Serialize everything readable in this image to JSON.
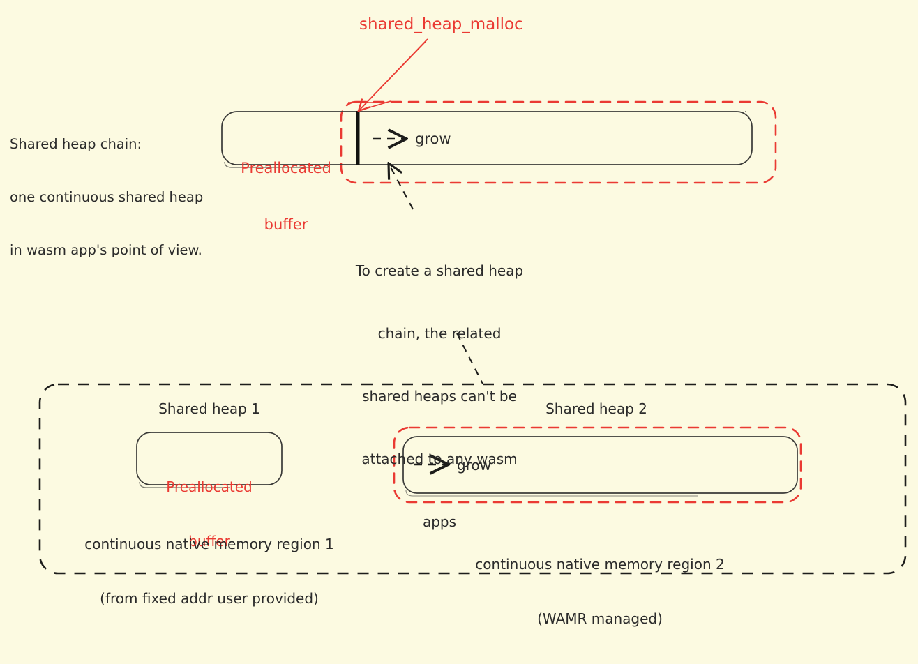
{
  "theme": {
    "background": "#fcfae1",
    "ink": "#2b2b2b",
    "accent_red": "#ea3a33",
    "dash_black": "#1d1d1b"
  },
  "annotations": {
    "malloc_label": "shared_heap_malloc",
    "chain_note_lines": [
      "Shared heap chain:",
      "one continuous shared heap",
      "in wasm app's point of view."
    ],
    "chain_rule_lines": [
      "To create a shared heap",
      "chain, the related",
      "shared heaps can't be",
      "attached to any wasm",
      "apps"
    ]
  },
  "top_view": {
    "preallocated_label_lines": [
      "Preallocated",
      "buffer"
    ],
    "grow_label": "grow"
  },
  "bottom_view": {
    "heap1": {
      "title": "Shared heap 1",
      "buffer_label_lines": [
        "Preallocated",
        "buffer"
      ],
      "caption_lines": [
        "continuous native memory region 1",
        "(from fixed addr user provided)"
      ]
    },
    "heap2": {
      "title": "Shared heap 2",
      "grow_label": "grow",
      "caption_lines": [
        "continuous native memory region 2",
        "(WAMR managed)"
      ]
    }
  }
}
